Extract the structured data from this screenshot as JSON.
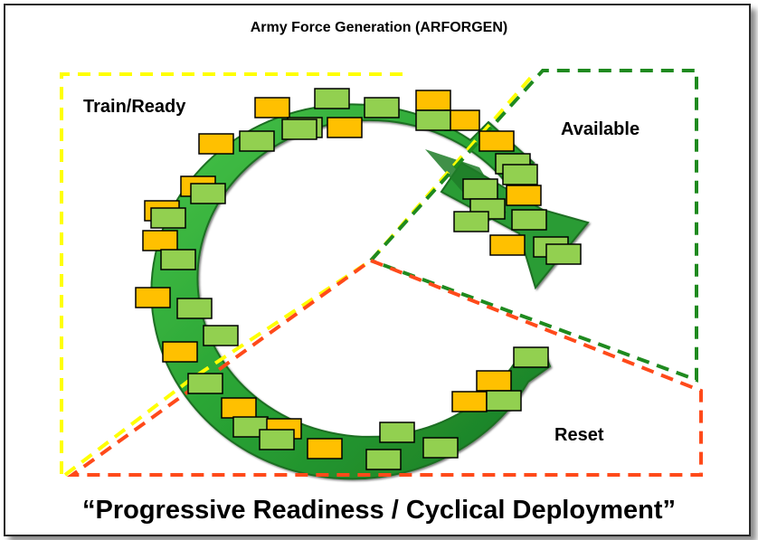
{
  "title": "Army Force Generation (ARFORGEN)",
  "caption": "“Progressive Readiness / Cyclical Deployment”",
  "phases": {
    "train_ready": "Train/Ready",
    "available": "Available",
    "reset": "Reset"
  },
  "colors": {
    "train_ready_border": "#ffff00",
    "available_border": "#1f8a1f",
    "reset_border": "#ff4a1a",
    "arrow": "#2fa63a",
    "unit_ready": "#ffc000",
    "unit_available": "#92d050"
  }
}
